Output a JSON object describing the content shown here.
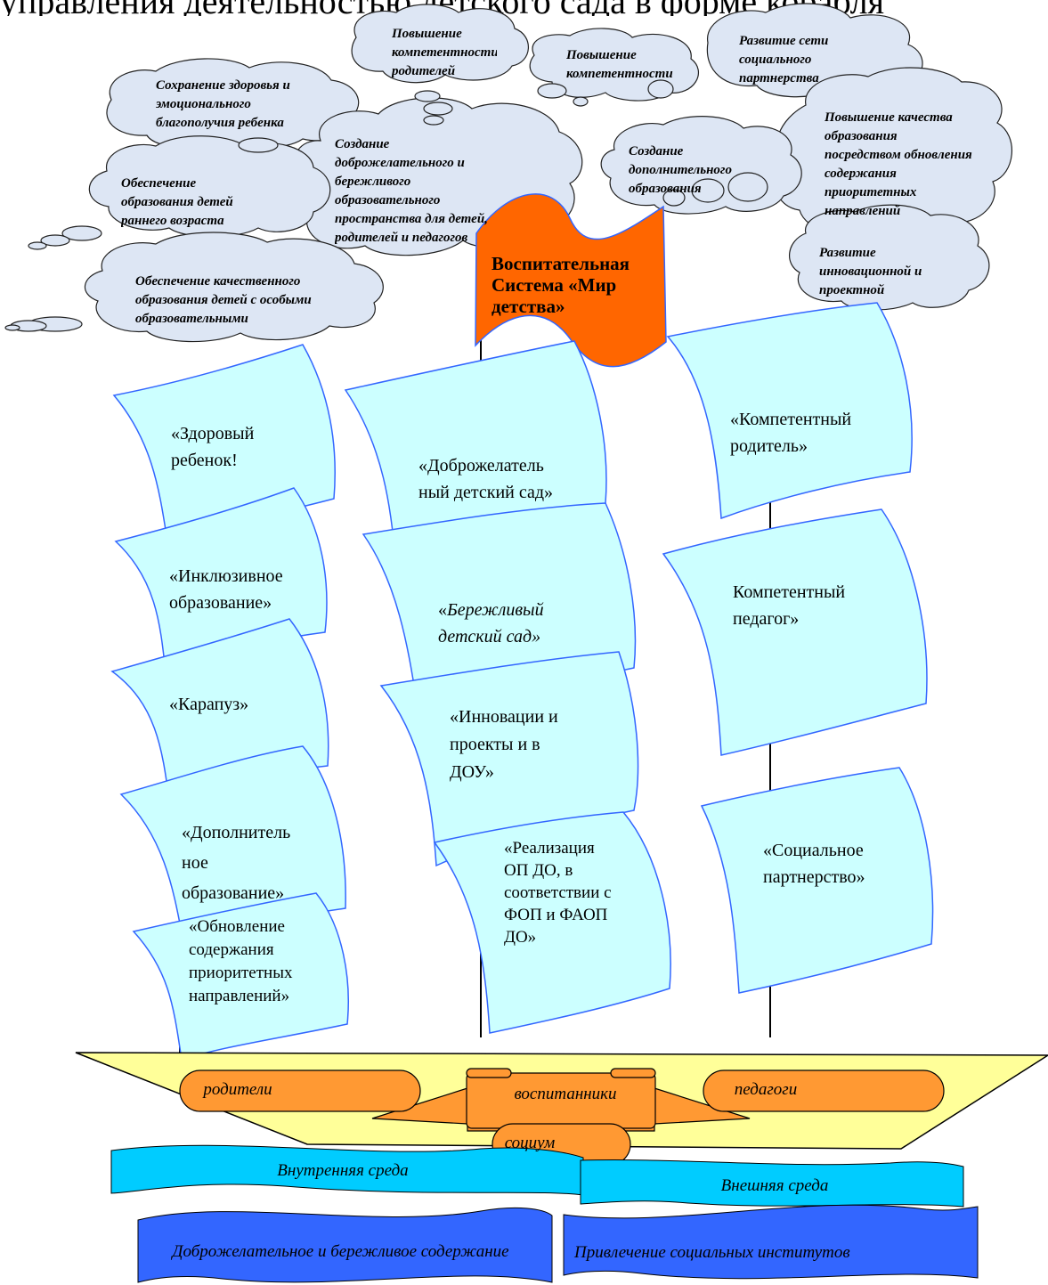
{
  "header_text": "управления деятельностью детского сада в форме корабля",
  "clouds": [
    {
      "id": "competence-parents",
      "text": "Повышение компетентности родителей"
    },
    {
      "id": "competence-teachers",
      "text": "Повышение компетентности педагогов"
    },
    {
      "id": "social-network",
      "text": "Развитие сети социального партнерства"
    },
    {
      "id": "health",
      "text": "Сохранение здоровья и эмоционального благополучия ребенка"
    },
    {
      "id": "quality-update",
      "text": "Повышение качества образования посредством обновления содержания приоритетных направлений"
    },
    {
      "id": "friendly-space",
      "text": "Создание доброжелательного и бережливого образовательного пространства для детей, родителей и педагогов"
    },
    {
      "id": "additional-education",
      "text": "Создание дополнительного образования"
    },
    {
      "id": "early-age",
      "text": "Обеспечение образования детей раннего возраста"
    },
    {
      "id": "innovation",
      "text": "Развитие инновационной и проектной деятельности"
    },
    {
      "id": "special-needs",
      "text": "Обеспечение качественного образования детей с особыми образовательными потребностями"
    }
  ],
  "flag": {
    "text": "Воспитательная Система «Мир детства»",
    "color": "#ff6600"
  },
  "sails": {
    "left": [
      {
        "text": "«Здоровый ребенок!"
      },
      {
        "text": "«Инклюзивное образование»"
      },
      {
        "text": "«Карапуз»"
      },
      {
        "text": "«Дополнитель ное образование»"
      },
      {
        "text": "«Обновление содержания приоритетных направлений»"
      }
    ],
    "middle": [
      {
        "text": "«Доброжелатель ный детский сад»"
      },
      {
        "prefix": "«",
        "text": "Бережливый детский сад»"
      },
      {
        "text": "«Инновации и проекты и в ДОУ»"
      },
      {
        "text": "«Реализация ОП ДО, в соответствии с ФОП и ФАОП ДО»"
      }
    ],
    "right": [
      {
        "text": "«Компетентный родитель»"
      },
      {
        "text": "Компетентный педагог»"
      },
      {
        "text": "«Социальное партнерство»"
      }
    ]
  },
  "hull": {
    "parents": "родители",
    "pupils": "воспитанники",
    "teachers": "педагоги",
    "society": "социум"
  },
  "waves": {
    "inner_env": "Внутренняя среда",
    "outer_env": "Внешняя среда",
    "content": "Доброжелательное и бережливое содержание",
    "institutions": "Привлечение социальных институтов"
  },
  "colors": {
    "sail_fill": "#ccffff",
    "sail_stroke": "#3366ff",
    "cloud_fill": "#dde6f4",
    "hull_fill": "#ffff99",
    "ribbon_fill": "#ff9933",
    "wave_light": "#00ccff",
    "wave_dark": "#3366ff"
  }
}
